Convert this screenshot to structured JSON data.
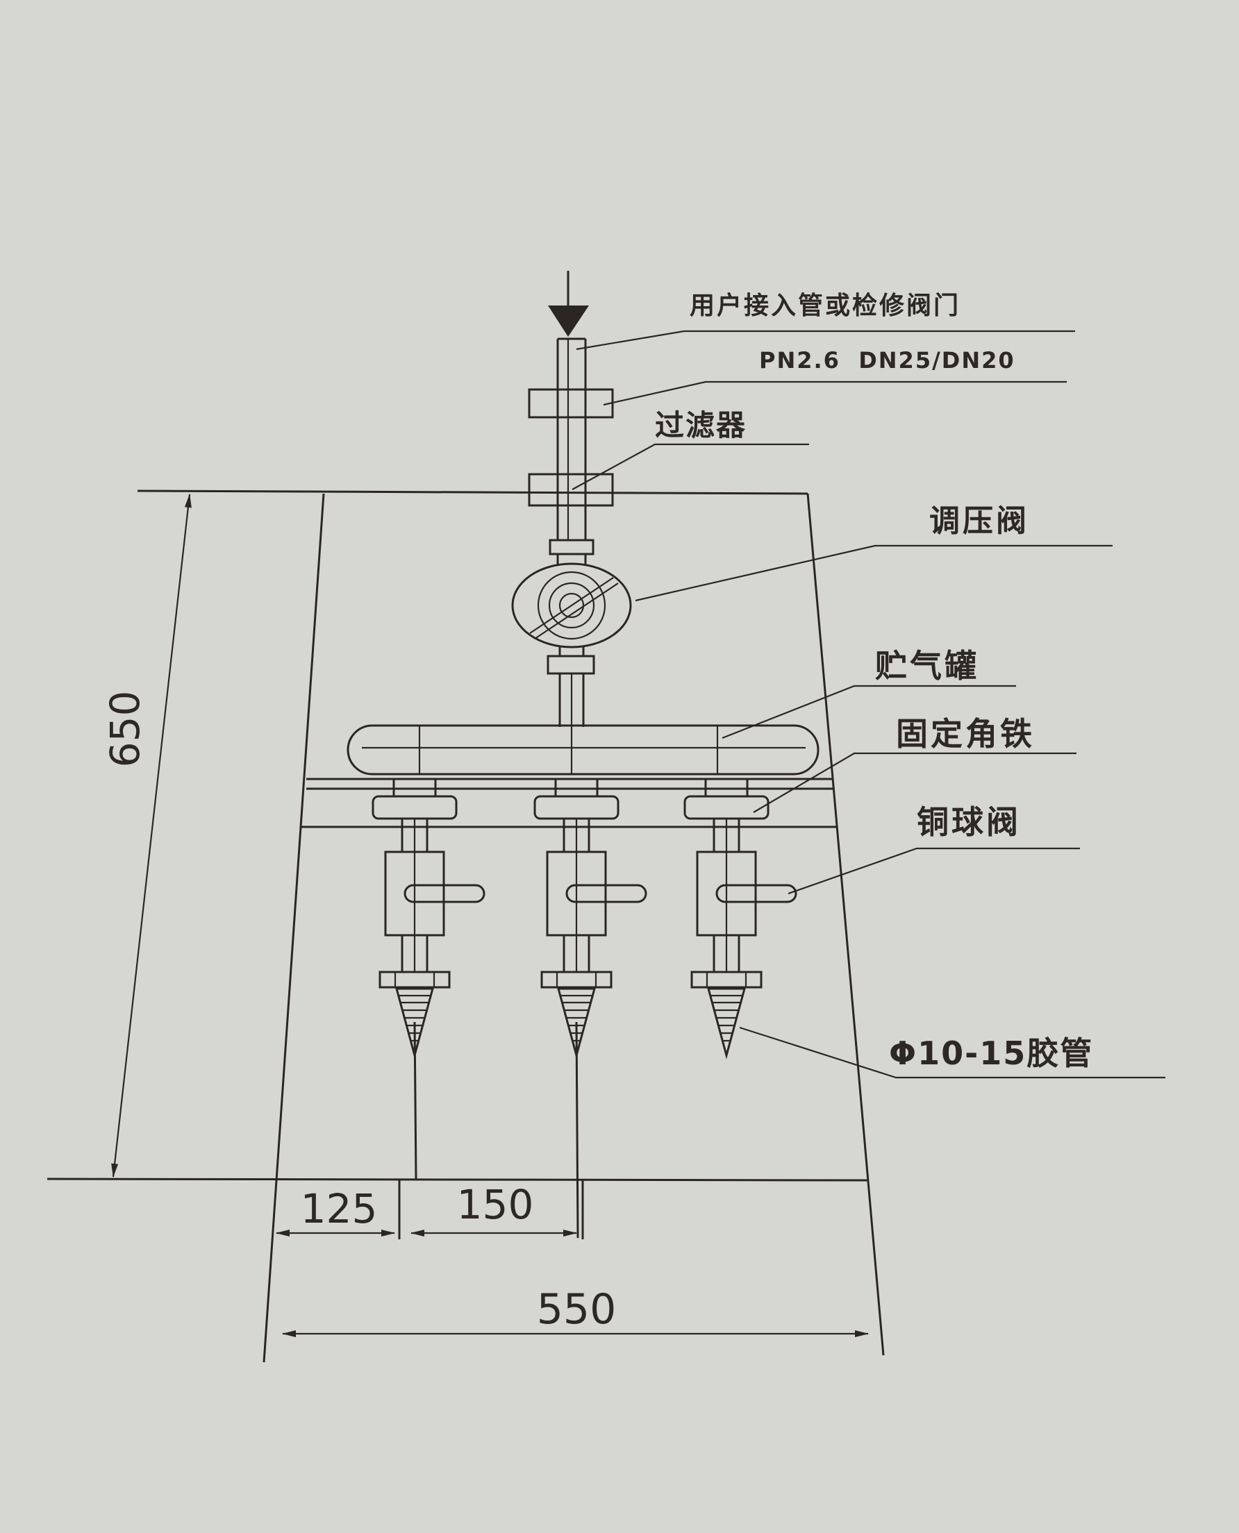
{
  "labels": {
    "inlet_valve": "用户接入管或检修阀门",
    "pipe_spec": "PN2.6  DN25/DN20",
    "filter": "过滤器",
    "regulator": "调压阀",
    "gas_tank": "贮气罐",
    "angle_iron": "固定角铁",
    "ball_valve": "铜球阀",
    "hose": "Φ10-15胶管"
  },
  "dimensions": {
    "height": "650",
    "offset": "125",
    "spacing": "150",
    "width": "550"
  },
  "colors": {
    "paper": "#d6d7d2",
    "ink": "#2b2623"
  }
}
